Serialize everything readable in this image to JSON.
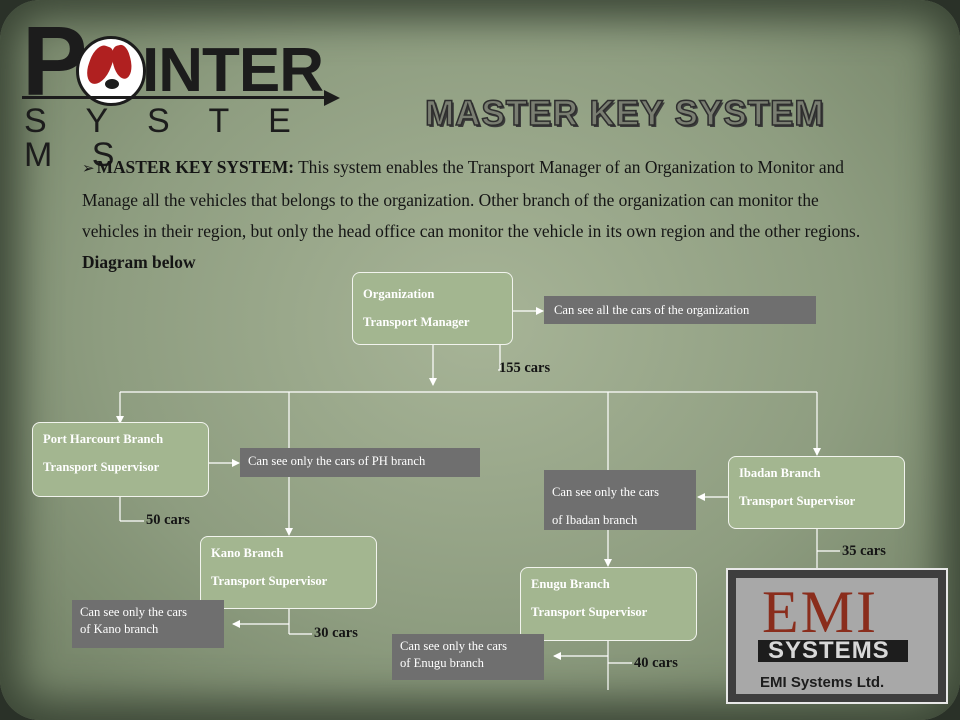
{
  "logo": {
    "letter_p": "P",
    "word": "INTER",
    "tagline": "S Y S T E M S"
  },
  "title": "MASTER KEY SYSTEM",
  "intro": {
    "bullet": "➢",
    "heading": "MASTER KEY SYSTEM:",
    "body": " This system enables the Transport Manager of an Organization to Monitor and Manage all the vehicles that belongs to the organization. Other branch of the organization can monitor the vehicles in their region, but only the head office can monitor the vehicle in its own region and the other regions. ",
    "trailing": "Diagram below"
  },
  "nodes": {
    "org": {
      "line1": "Organization",
      "line2": "Transport Manager"
    },
    "ph": {
      "line1": "Port Harcourt Branch",
      "line2": "Transport Supervisor"
    },
    "kano": {
      "line1": "Kano Branch",
      "line2": "Transport Supervisor"
    },
    "enugu": {
      "line1": "Enugu Branch",
      "line2": "Transport Supervisor"
    },
    "ibadan": {
      "line1": "Ibadan Branch",
      "line2": "Transport Supervisor"
    }
  },
  "notes": {
    "org": "Can see all the cars of the organization",
    "ph": "Can see only the cars of PH branch",
    "ibadan_l1": "Can see only the cars",
    "ibadan_l2": "of Ibadan branch",
    "kano_l1": "Can see only the cars",
    "kano_l2": "of Kano branch",
    "enugu_l1": "Can see only the cars",
    "enugu_l2": "of Enugu branch"
  },
  "counts": {
    "org": "155 cars",
    "ph": "50 cars",
    "ibadan": "35 cars",
    "kano": "30 cars",
    "enugu": "40 cars"
  },
  "emi_logo": {
    "mark": "EMI",
    "systems": "SYSTEMS",
    "company": "EMI Systems Ltd."
  },
  "colors": {
    "node_fill": "#a3b690",
    "note_fill": "#6f6f6f",
    "line": "#ffffff"
  }
}
